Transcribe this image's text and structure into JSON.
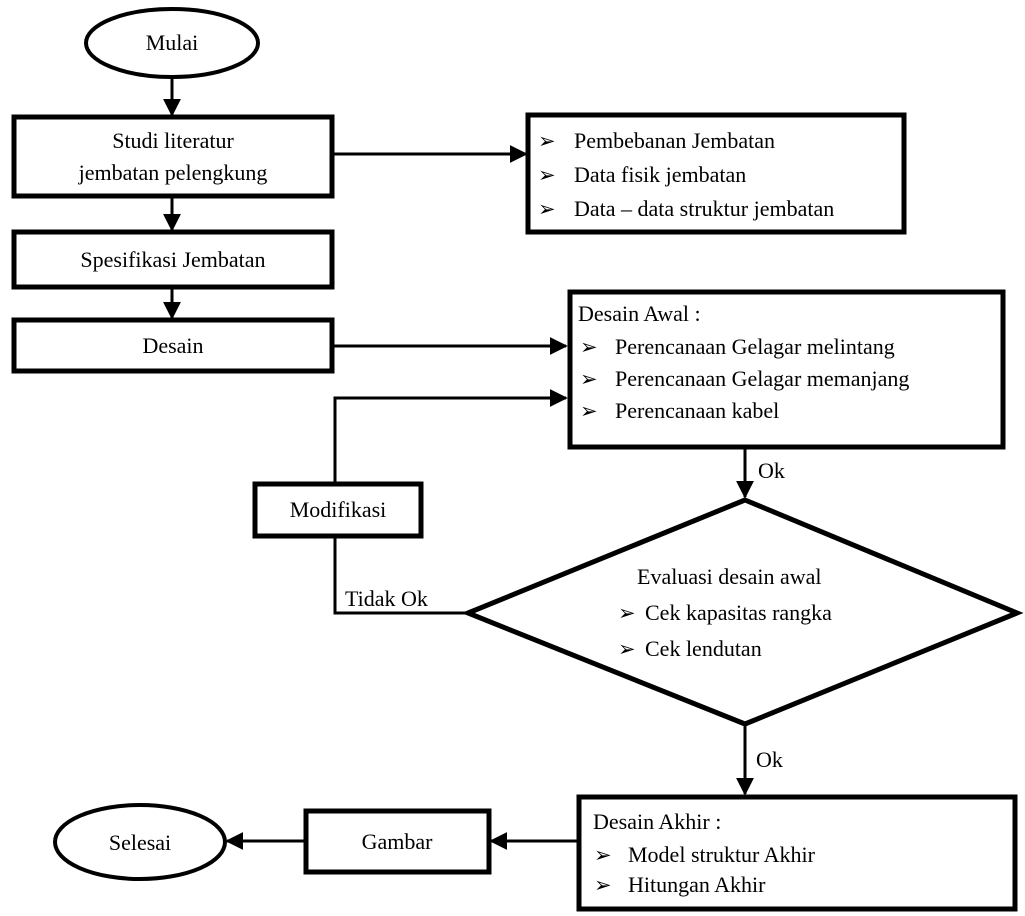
{
  "flowchart": {
    "start": "Mulai",
    "end": "Selesai",
    "literature": {
      "line1": "Studi literatur",
      "line2": "jembatan pelengkung"
    },
    "literature_notes": [
      "Pembebanan Jembatan",
      "Data fisik jembatan",
      "Data – data struktur jembatan"
    ],
    "spec": "Spesifikasi Jembatan",
    "design": "Desain",
    "initial_design": {
      "title": "Desain Awal :",
      "items": [
        "Perencanaan Gelagar melintang",
        "Perencanaan Gelagar memanjang",
        "Perencanaan kabel"
      ]
    },
    "ok_label_1": "Ok",
    "modification": "Modifikasi",
    "not_ok_label": "Tidak Ok",
    "evaluation": {
      "title": "Evaluasi desain awal",
      "items": [
        "Cek kapasitas rangka",
        "Cek lendutan"
      ]
    },
    "ok_label_2": "Ok",
    "final_design": {
      "title": "Desain Akhir :",
      "items": [
        "Model struktur Akhir",
        "Hitungan Akhir"
      ]
    },
    "drawing": "Gambar",
    "bullet_glyph": "➢"
  }
}
